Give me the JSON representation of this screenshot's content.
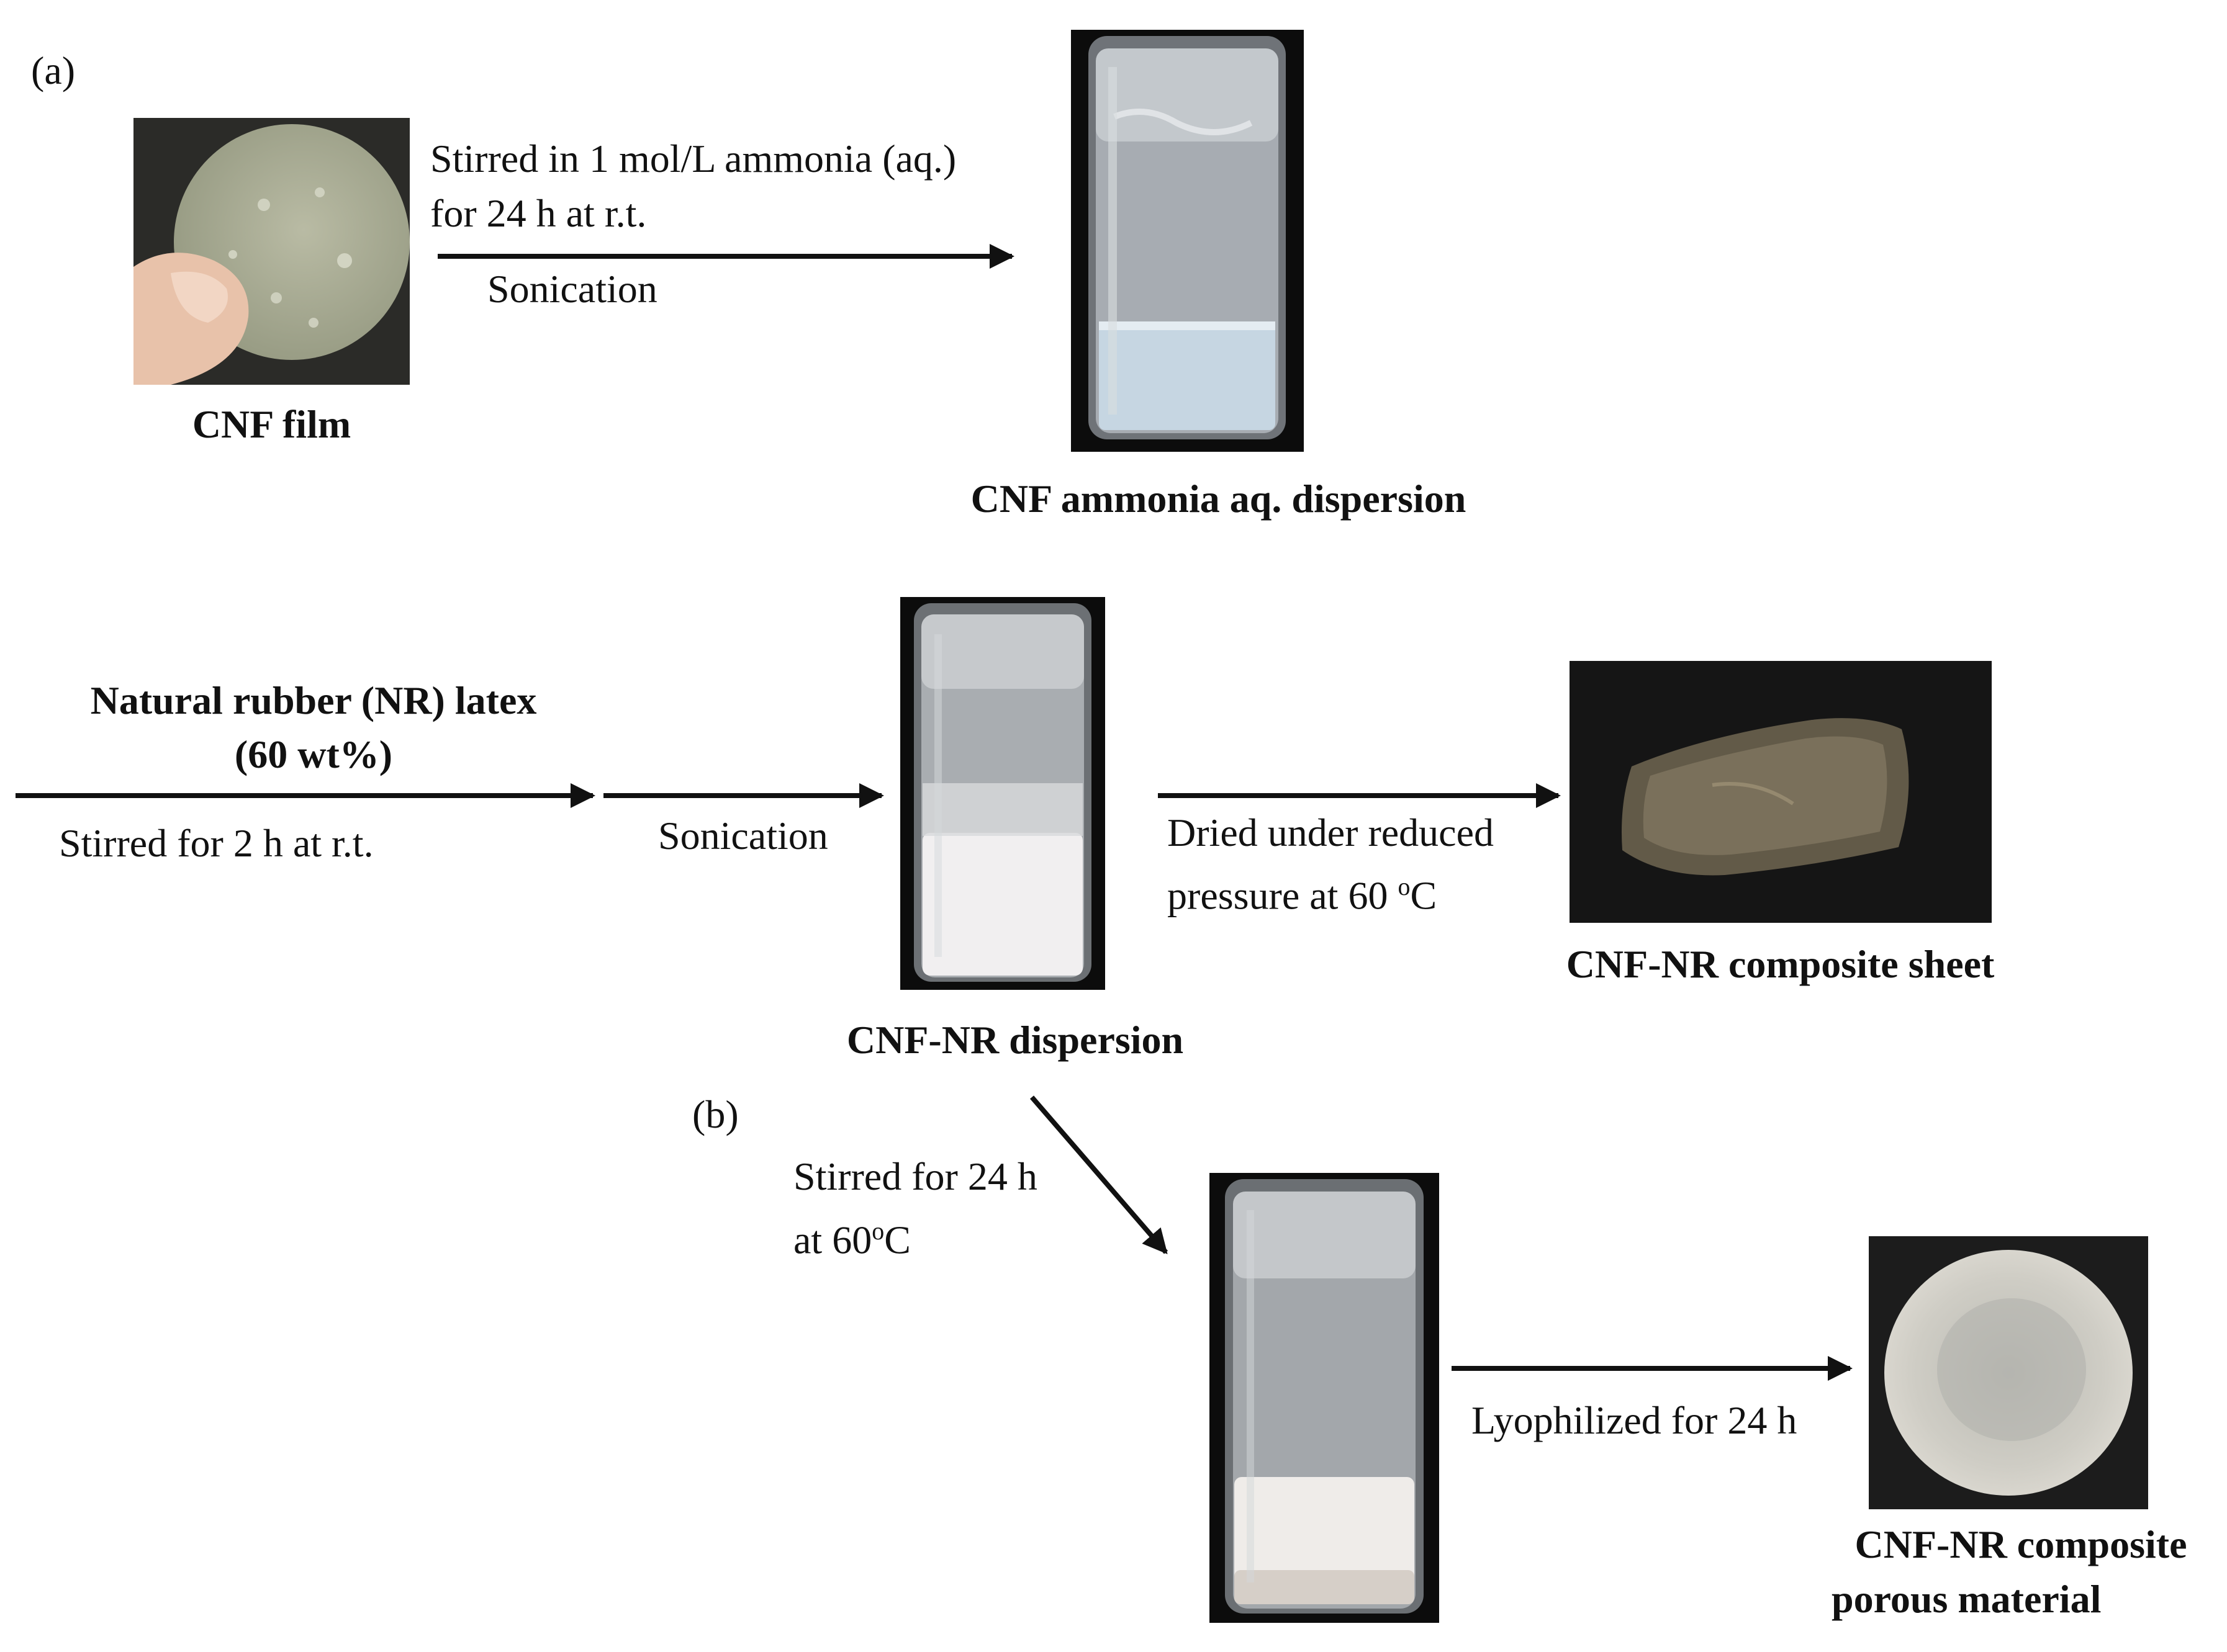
{
  "panel_labels": {
    "a": "(a)",
    "b": "(b)"
  },
  "step1": {
    "input_caption": "CNF film",
    "condition_line1": "Stirred in 1 mol/L ammonia (aq.)",
    "condition_line2": "for 24 h at r.t.",
    "condition_line3": "Sonication",
    "output_caption": "CNF ammonia aq. dispersion"
  },
  "step2": {
    "reagent_line1": "Natural rubber (NR) latex",
    "reagent_line2": "(60 wt%)",
    "condition": "Stirred for 2 h at r.t.",
    "sonication": "Sonication",
    "output_caption": "CNF-NR dispersion"
  },
  "step3": {
    "condition_line1": "Dried under reduced",
    "condition_line2_prefix": "pressure at 60 ",
    "condition_line2_sup": "o",
    "condition_line2_suffix": "C",
    "output_caption": "CNF-NR composite sheet"
  },
  "step4": {
    "condition_line1": "Stirred for 24 h",
    "condition_line2_prefix": "at 60",
    "condition_line2_sup": "o",
    "condition_line2_suffix": "C"
  },
  "step5": {
    "condition": "Lyophilized for 24 h",
    "output_caption_line1": "CNF-NR composite",
    "output_caption_line2": "porous material"
  },
  "colors": {
    "arrow": "#111111",
    "text": "#111111",
    "background": "#ffffff"
  }
}
